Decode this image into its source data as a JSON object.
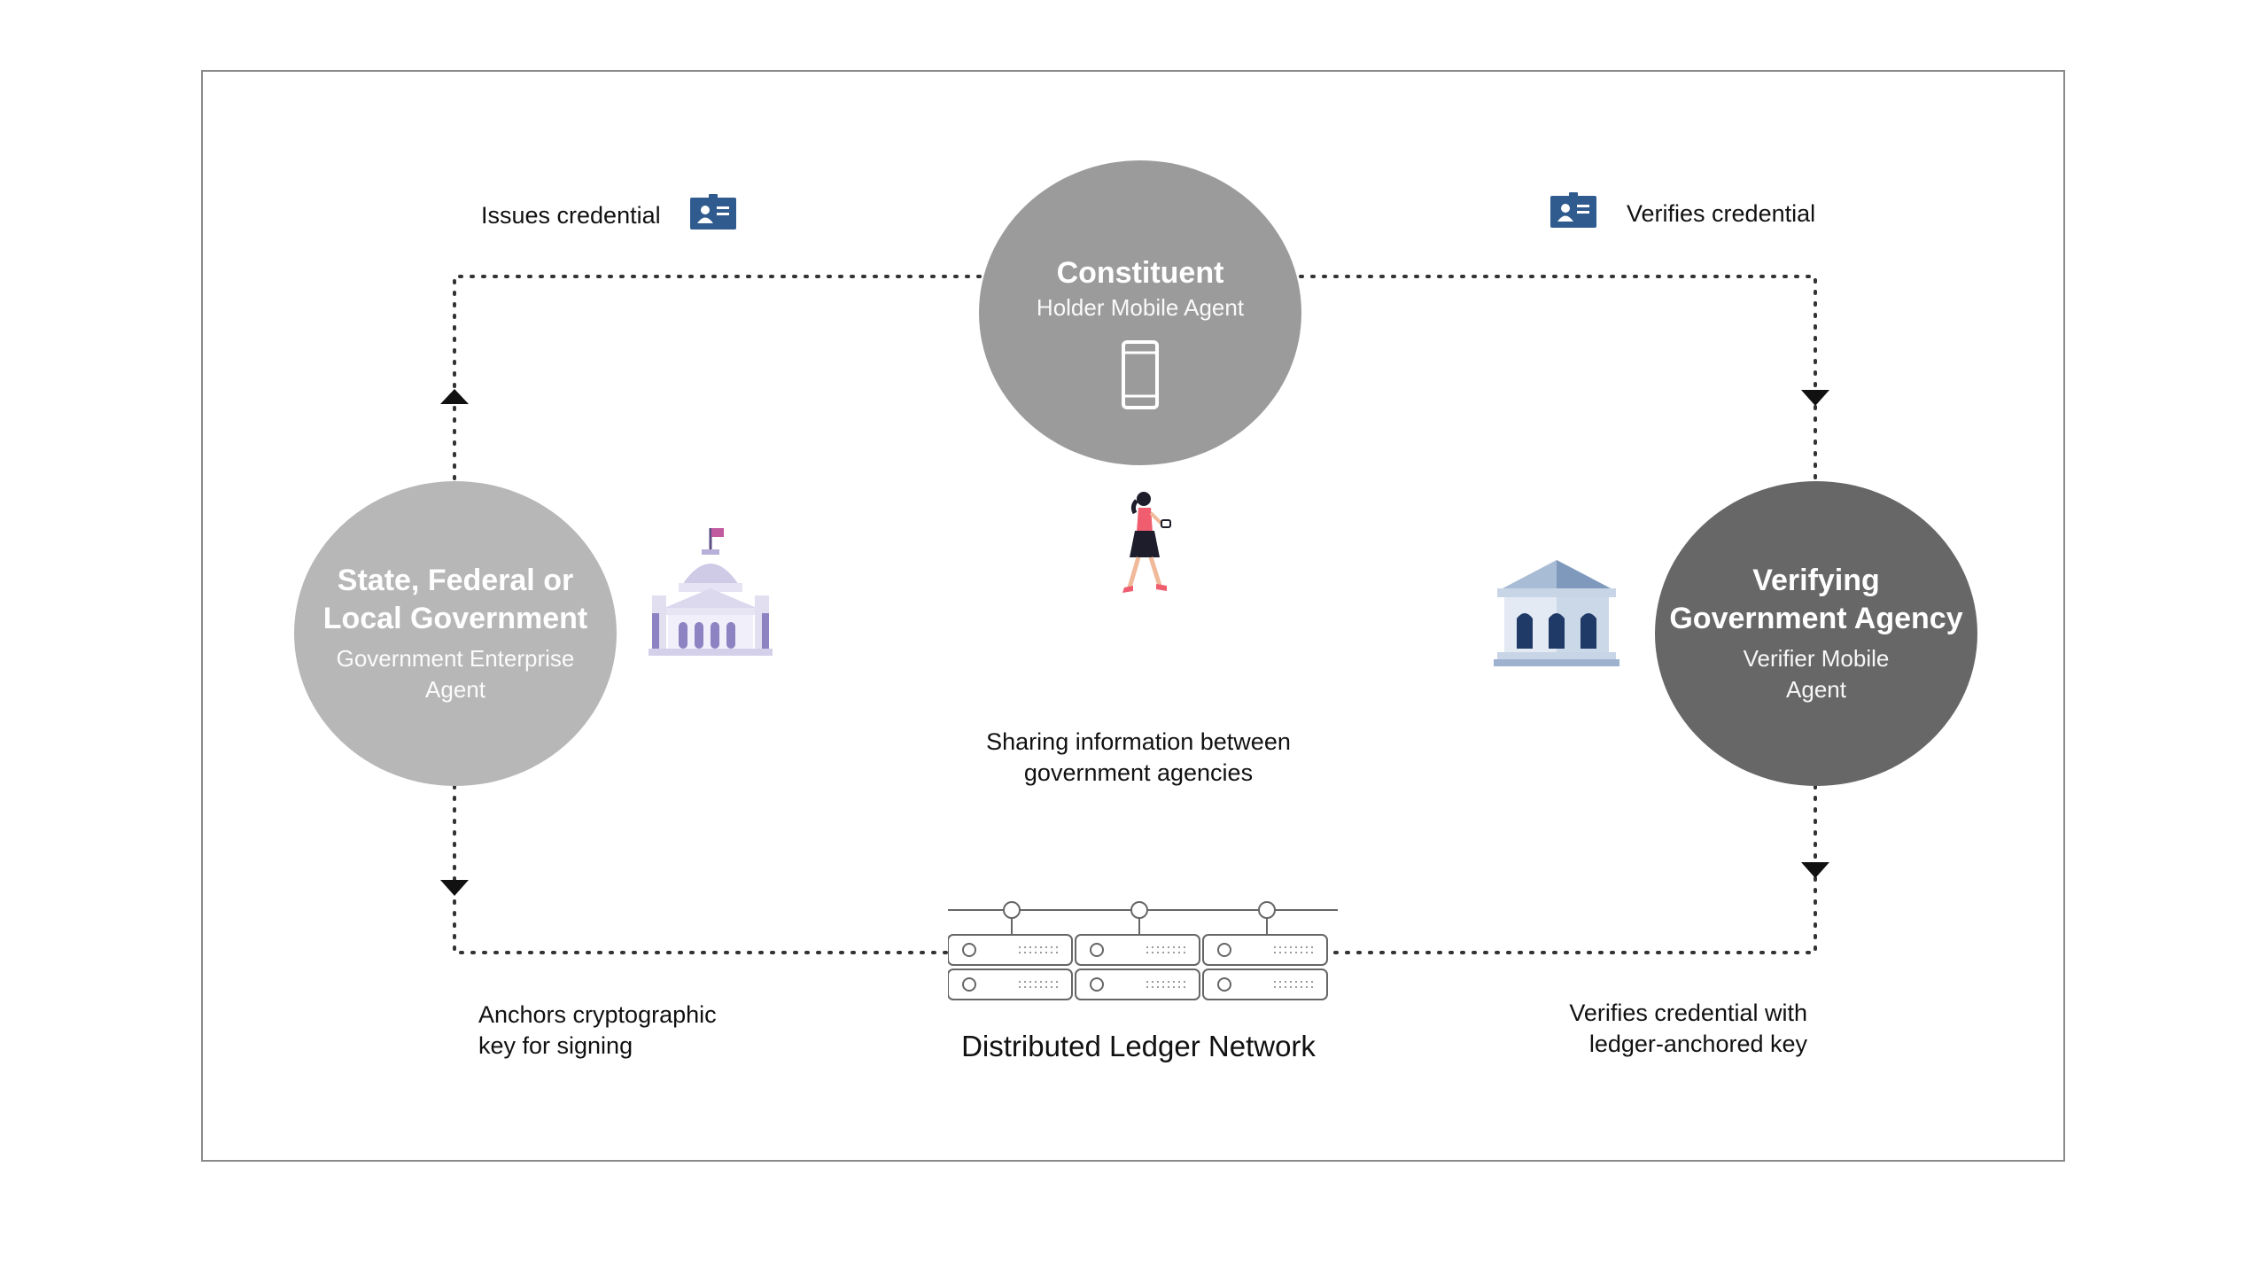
{
  "nodes": {
    "constituent": {
      "title": "Constituent",
      "subtitle": "Holder Mobile Agent"
    },
    "government": {
      "title": "State, Federal or Local Government",
      "subtitle": "Government Enterprise Agent"
    },
    "verifier": {
      "title": "Verifying Government Agency",
      "subtitle": "Verifier Mobile Agent"
    }
  },
  "edges": {
    "issues": "Issues credential",
    "verifies": "Verifies credential",
    "sharing": "Sharing information between government agencies",
    "anchors": "Anchors cryptographic key for signing",
    "verifies_with_key": "Verifies credential with ledger-anchored key"
  },
  "ledger": {
    "title": "Distributed Ledger Network"
  },
  "icons": [
    "id-card-icon",
    "capitol-building-icon",
    "government-bank-icon",
    "walking-person-icon",
    "mobile-phone-icon",
    "server-rack-icon"
  ],
  "colors": {
    "constituent": "#9b9b9b",
    "government": "#b7b7b7",
    "verifier": "#676767",
    "id_card": "#2f5b8f",
    "connector": "#333333"
  }
}
